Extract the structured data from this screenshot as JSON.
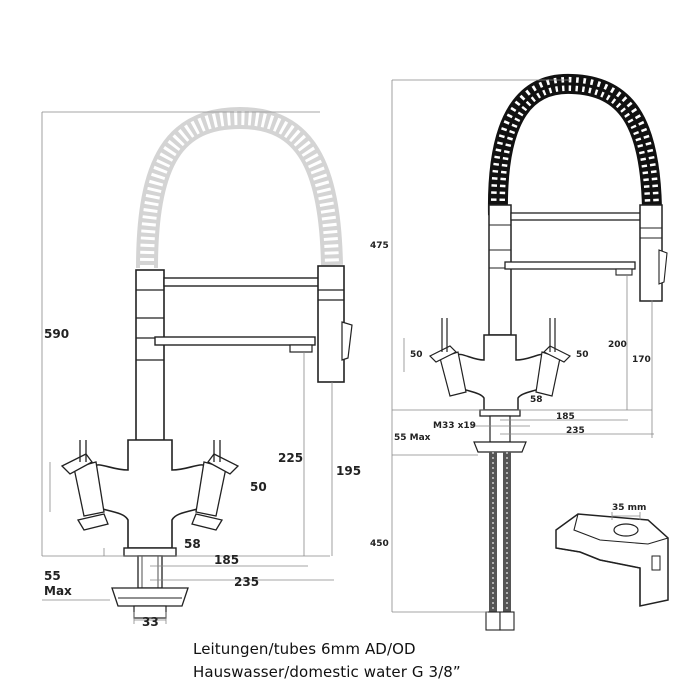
{
  "left_view": {
    "dim_height_total": "590",
    "dim_spout_height": "225",
    "dim_outlet_height": "195",
    "dim_handle": "50",
    "dim_base": "58",
    "dim_reach_185": "185",
    "dim_reach_235": "235",
    "dim_max_value": "55",
    "dim_max_label": "Max",
    "dim_thread": "33"
  },
  "right_view": {
    "dim_hose_height": "475",
    "dim_spout_height": "200",
    "dim_outlet_height": "170",
    "dim_handle_left": "50",
    "dim_handle_right": "50",
    "dim_base": "58",
    "dim_reach_185": "185",
    "dim_reach_235": "235",
    "dim_thread": "M33 x19",
    "dim_max": "55 Max",
    "dim_hose_length": "450"
  },
  "detail": {
    "dim_hole": "35 mm"
  },
  "caption": {
    "line1": "Leitungen/tubes 6mm AD/OD",
    "line2": "Hauswasser/domestic water G 3/8”"
  }
}
